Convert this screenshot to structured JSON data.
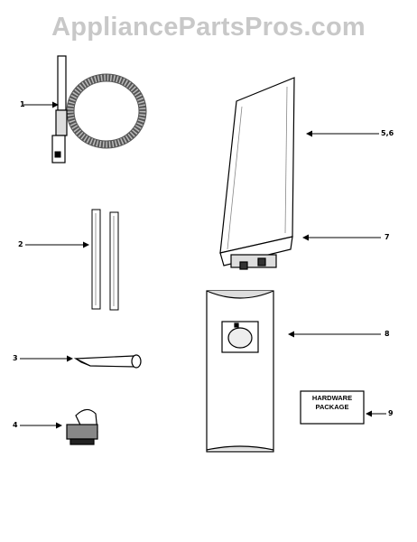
{
  "watermark": "AppliancePartsPros.com",
  "callouts": [
    "1",
    "2",
    "3",
    "4",
    "5,6",
    "7",
    "8",
    "9"
  ],
  "hardware_package": {
    "line1": "HARDWARE",
    "line2": "PACKAGE"
  }
}
